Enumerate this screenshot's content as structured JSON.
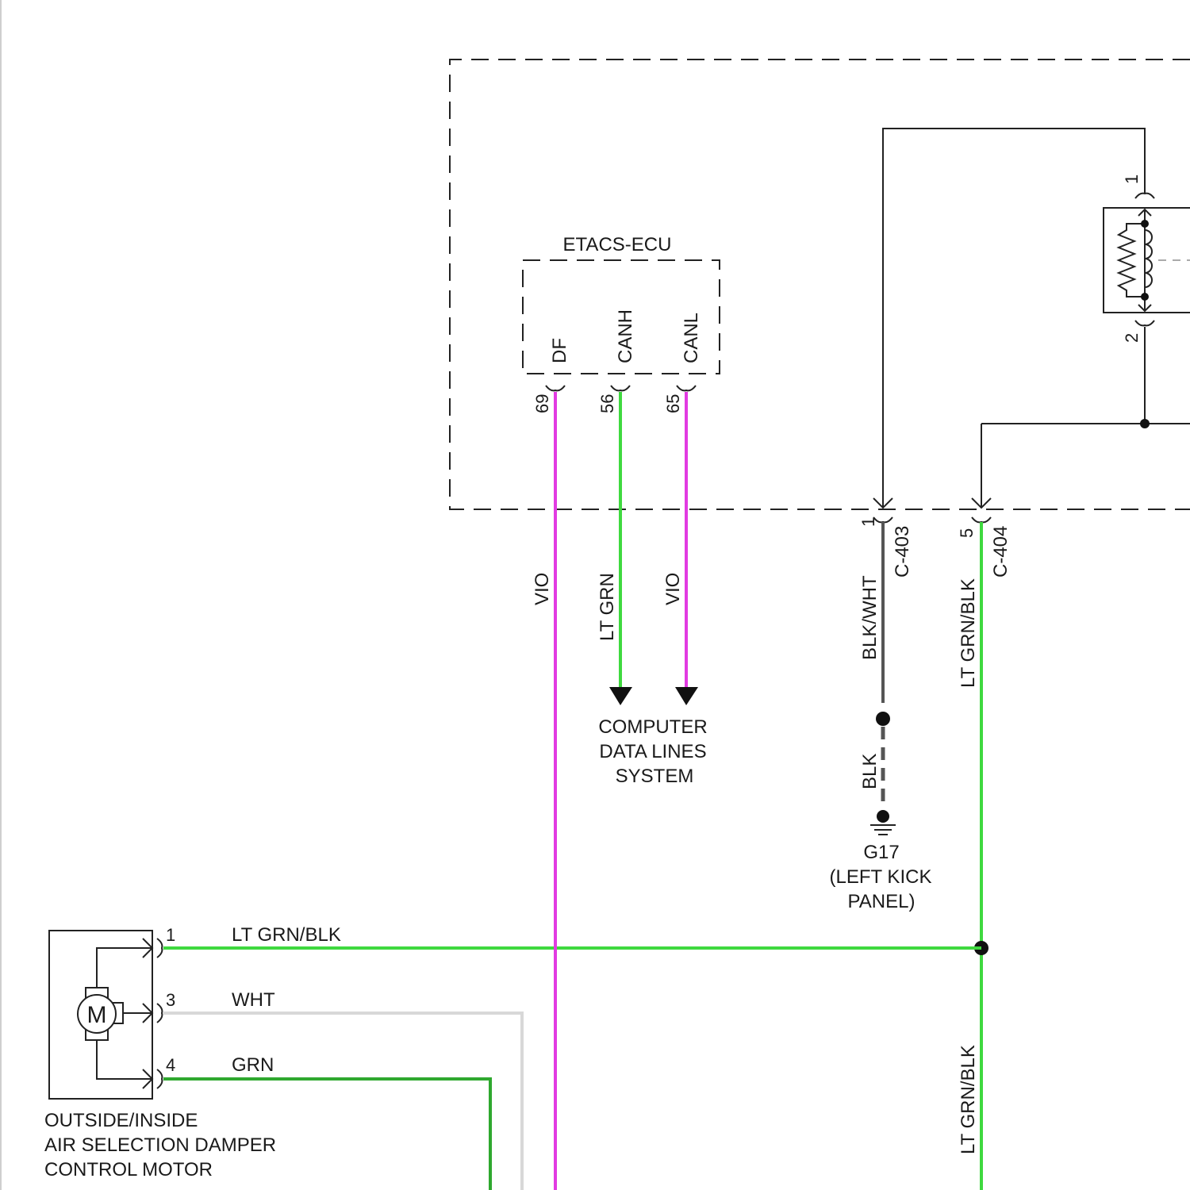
{
  "ecu": {
    "title": "ETACS-ECU",
    "terminals": [
      {
        "name": "DF",
        "pin": "69",
        "wire": "VIO"
      },
      {
        "name": "CANH",
        "pin": "56",
        "wire": "LT GRN"
      },
      {
        "name": "CANL",
        "pin": "65",
        "wire": "VIO"
      }
    ]
  },
  "data_lines": [
    "COMPUTER",
    "DATA LINES",
    "SYSTEM"
  ],
  "connectors": {
    "c403": {
      "name": "C-403",
      "pin": "1",
      "wire": "BLK/WHT"
    },
    "c404": {
      "name": "C-404",
      "pin": "5",
      "wire": "LT GRN/BLK"
    }
  },
  "relay_pins": [
    "1",
    "2"
  ],
  "ground": {
    "wire": "BLK",
    "lines": [
      "G17",
      "(LEFT KICK",
      "PANEL)"
    ]
  },
  "motor": {
    "symbol": "M",
    "pins": [
      {
        "pin": "1",
        "wire": "LT GRN/BLK"
      },
      {
        "pin": "3",
        "wire": "WHT"
      },
      {
        "pin": "4",
        "wire": "GRN"
      }
    ],
    "label_lines": [
      "OUTSIDE/INSIDE",
      "AIR SELECTION DAMPER",
      "CONTROL MOTOR"
    ]
  },
  "lower_wire": "LT GRN/BLK",
  "colors": {
    "violet": "#e23be2",
    "lt_green": "#3fd93f",
    "green": "#2fa82f",
    "white_wire": "#d8d8d8",
    "black_wire": "#555555"
  }
}
